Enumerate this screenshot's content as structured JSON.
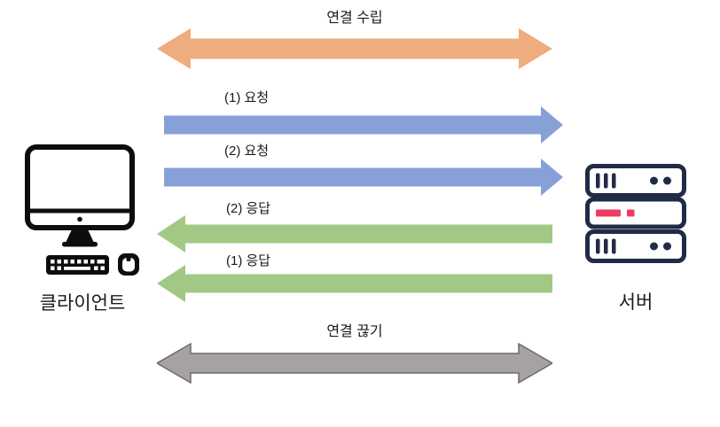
{
  "diagram": {
    "nodes": {
      "client": {
        "label": "클라이언트",
        "icon": "desktop-computer-icon"
      },
      "server": {
        "label": "서버",
        "icon": "server-rack-icon"
      }
    },
    "arrows": [
      {
        "id": "connection-establish",
        "label": "연결 수립",
        "direction": "bidirectional",
        "color_key": "arrow-orange"
      },
      {
        "id": "request-1",
        "label": "(1) 요청",
        "direction": "client-to-server",
        "color_key": "arrow-blue"
      },
      {
        "id": "request-2",
        "label": "(2) 요청",
        "direction": "client-to-server",
        "color_key": "arrow-blue"
      },
      {
        "id": "response-2",
        "label": "(2) 응답",
        "direction": "server-to-client",
        "color_key": "arrow-green"
      },
      {
        "id": "response-1",
        "label": "(1) 응답",
        "direction": "server-to-client",
        "color_key": "arrow-green"
      },
      {
        "id": "connection-close",
        "label": "연결 끊기",
        "direction": "bidirectional",
        "color_key": "arrow-gray"
      }
    ]
  },
  "colors": {
    "background": "#FFFFFF",
    "text": "#1A1A1A",
    "arrow-orange": "#EFAC7E",
    "arrow-blue": "#87A0D8",
    "arrow-green": "#A1C884",
    "arrow-gray": "#A6A2A2",
    "arrow-gray-border": "#6E6A6A",
    "icon-black": "#0D0D0D",
    "server-navy": "#212B45",
    "server-red": "#ED3C5E"
  }
}
